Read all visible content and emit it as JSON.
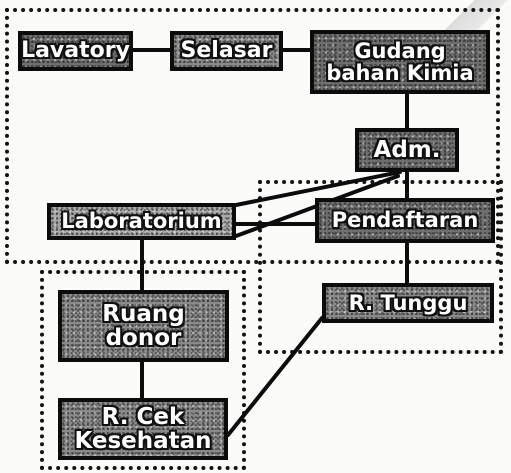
{
  "nodes": {
    "lavatory": "Lavatory",
    "selasar": "Selasar",
    "gudang": "Gudang\nbahan Kimia",
    "adm": "Adm.",
    "laboratorium": "Laboratorium",
    "pendaftaran": "Pendaftaran",
    "ruang_donor": "Ruang\ndonor",
    "r_tunggu": "R. Tunggu",
    "r_cek_kesehatan": "R. Cek\nKesehatan"
  },
  "colors": {
    "border": "#0c0c0c",
    "node_fill": "#8a8a8a",
    "text": "#ffffff",
    "background": "#fbfbf9"
  }
}
